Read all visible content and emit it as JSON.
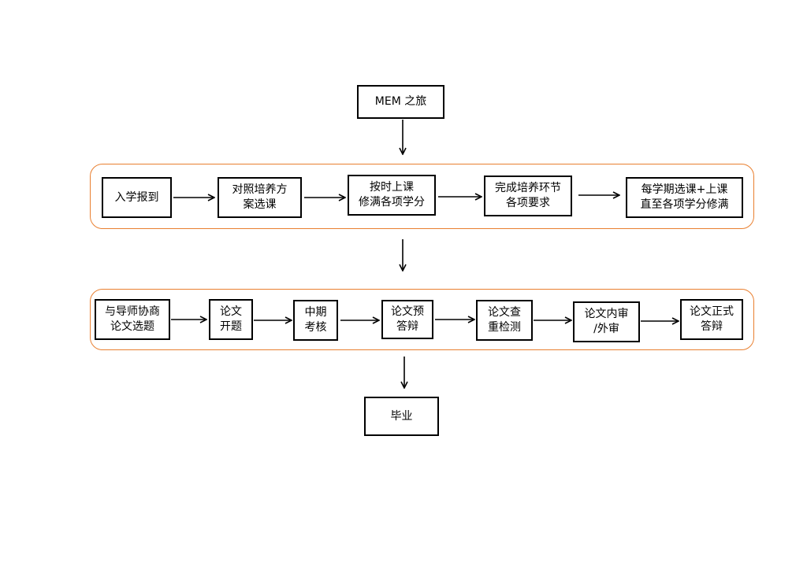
{
  "diagram": {
    "start": "MEM 之旅",
    "stage1": [
      "入学报到",
      "对照培养方\n案选课",
      "按时上课\n修满各项学分",
      "完成培养环节\n各项要求",
      "每学期选课+上课\n直至各项学分修满"
    ],
    "stage2": [
      "与导师协商\n论文选题",
      "论文\n开题",
      "中期\n考核",
      "论文预\n答辩",
      "论文查\n重检测",
      "论文内审\n/外审",
      "论文正式\n答辩"
    ],
    "end": "毕业"
  },
  "colors": {
    "group_border": "#e97f2f",
    "box_border": "#000000"
  }
}
